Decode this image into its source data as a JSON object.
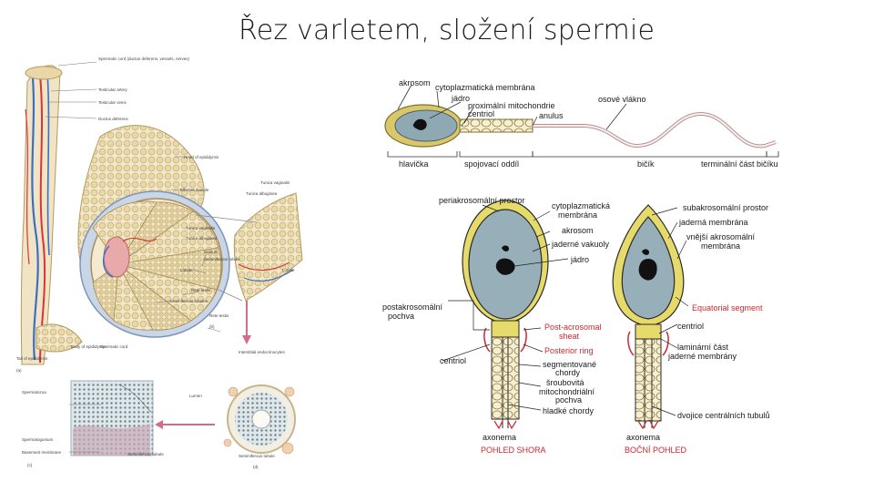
{
  "slide": {
    "title": "Řez varletem, složení spermie"
  },
  "testis_figure": {
    "labels": {
      "a": "Spermatic cord (ductus deferens, vessels, nerves)",
      "b": "Testicular artery",
      "c": "Testicular veins",
      "d": "Ductus deferens",
      "e": "Head of epididymis",
      "f": "Efferent ductule",
      "g": "Tunica vaginalis",
      "h": "Tunica albuginea",
      "i": "Septum",
      "j": "Seminiferous tubule",
      "k": "Lobule",
      "l": "Rete testis",
      "m": "Seminiferous tubules",
      "n": "Tail of epididymis",
      "o": "Body of epididymis",
      "p": "Spermatic cord",
      "q": "Lobule",
      "r": "Interstitial endocrinocytes",
      "s": "Spermatozoa",
      "t": "Spermatogonium",
      "u": "Lumen",
      "v": "Basement membrane",
      "w": "Seminiferous tubule",
      "fig_a": "(a)",
      "fig_b": "(b)",
      "fig_c": "(c)",
      "fig_d": "(d)"
    }
  },
  "sperm_long": {
    "labels": {
      "akrosom": "akrosom",
      "cyto": "cytoplazmatická membrána",
      "jadro": "jádro",
      "prox": "proximální mitochondrie",
      "centriol": "centriol",
      "anulus": "anulus",
      "osove": "osové vlákno",
      "hlavicka": "hlavička",
      "spojovaci": "spojovací oddíl",
      "bicik": "bičík",
      "terminal": "terminální část bičíku"
    }
  },
  "sperm_head": {
    "labels": {
      "periakro": "periakrosomální prostor",
      "cyto1": "cytoplazmatická",
      "cyto2": "membrána",
      "akrosom": "akrosom",
      "jaderne_vak": "jaderné vakuoly",
      "jadro": "jádro",
      "subakro": "subakrosomální prostor",
      "jaderna_memb": "jaderná membrána",
      "vnejsi1": "vnější akrosomální",
      "vnejsi2": "membrána",
      "equatorial": "Equatorial segment",
      "postakro1": "postakrosomální",
      "postakro2": "pochva",
      "postsheat1": "Post-acrosomal",
      "postsheat2": "sheat",
      "posterior": "Posterior ring",
      "centriol_left": "centriol",
      "segm1": "segmentované",
      "segm2": "chordy",
      "srou1": "šroubovitá",
      "srou2": "mitochondriální",
      "srou3": "pochva",
      "hladke": "hladké chordy",
      "axonema_left": "axonema",
      "pohled_shora": "POHLED SHORA",
      "centriol_right": "centriol",
      "laminarni1": "laminární část",
      "laminarni2": "jaderné membrány",
      "dvojice": "dvojice centrálních tubulů",
      "axonema_right": "axonema",
      "bocni": "BOČNÍ POHLED"
    }
  }
}
